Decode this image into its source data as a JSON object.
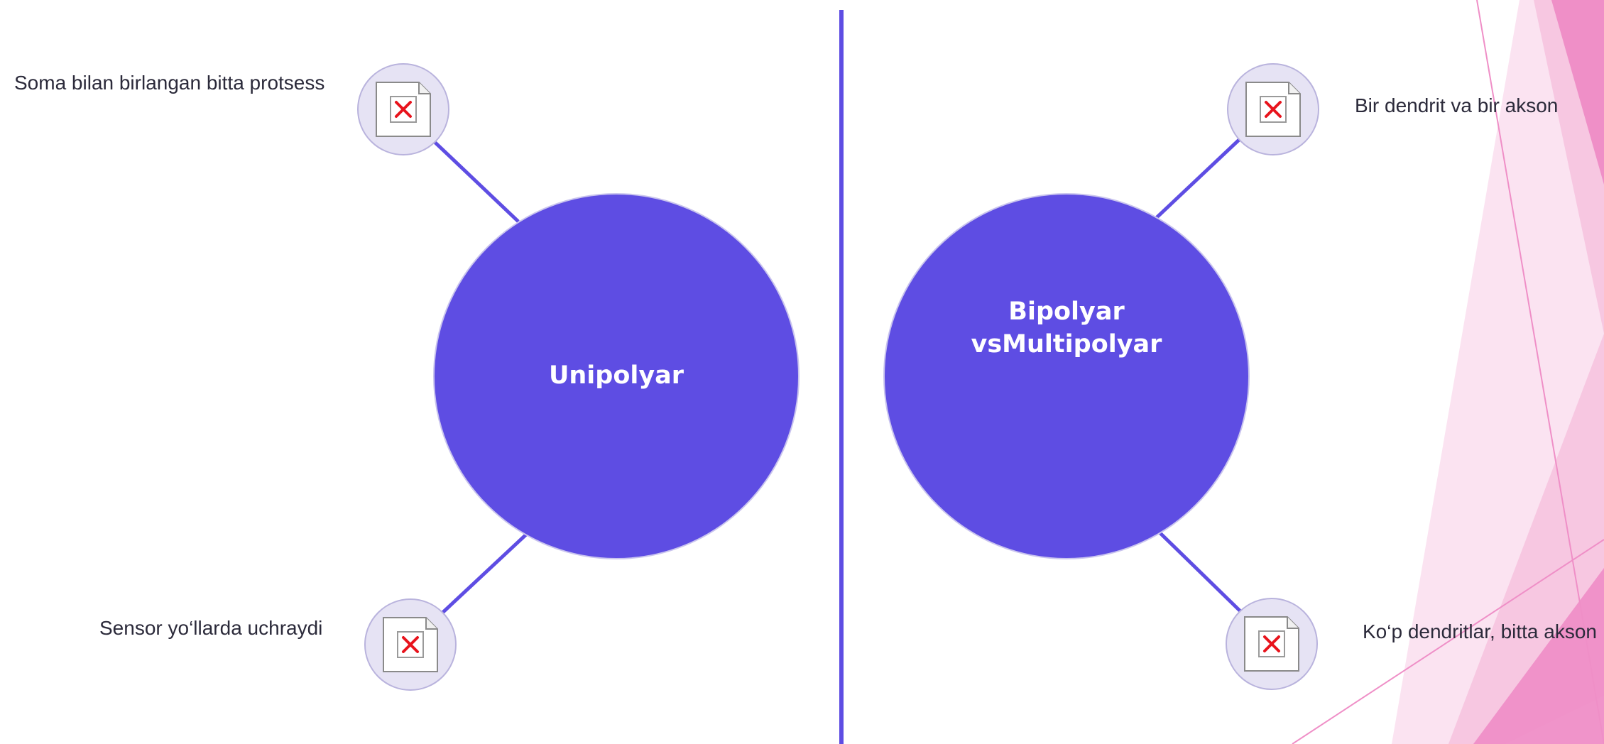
{
  "colors": {
    "background": "#ffffff",
    "primary": "#5e4de3",
    "node_fill": "#e6e3f4",
    "node_stroke": "#b9b3dd",
    "text": "#2b2a3a",
    "accent_pink": "#ef8fc7",
    "accent_pink_light": "#f7c6e1",
    "missing_image_x": "#e8131c"
  },
  "left_hub": {
    "label": "Unipolyar",
    "nodes": {
      "top": {
        "caption": "Soma bilan birlangan bitta protsess",
        "icon": "broken-image-icon"
      },
      "bottom": {
        "caption": "Sensor yo‘llarda uchraydi",
        "icon": "broken-image-icon"
      }
    }
  },
  "right_hub": {
    "label_lines": [
      "Bipolyar",
      "vsMultipolyar"
    ],
    "nodes": {
      "top": {
        "caption": "Bir dendrit va bir akson",
        "icon": "broken-image-icon"
      },
      "bottom": {
        "caption": "Ko‘p dendritlar, bitta akson",
        "icon": "broken-image-icon"
      }
    }
  }
}
